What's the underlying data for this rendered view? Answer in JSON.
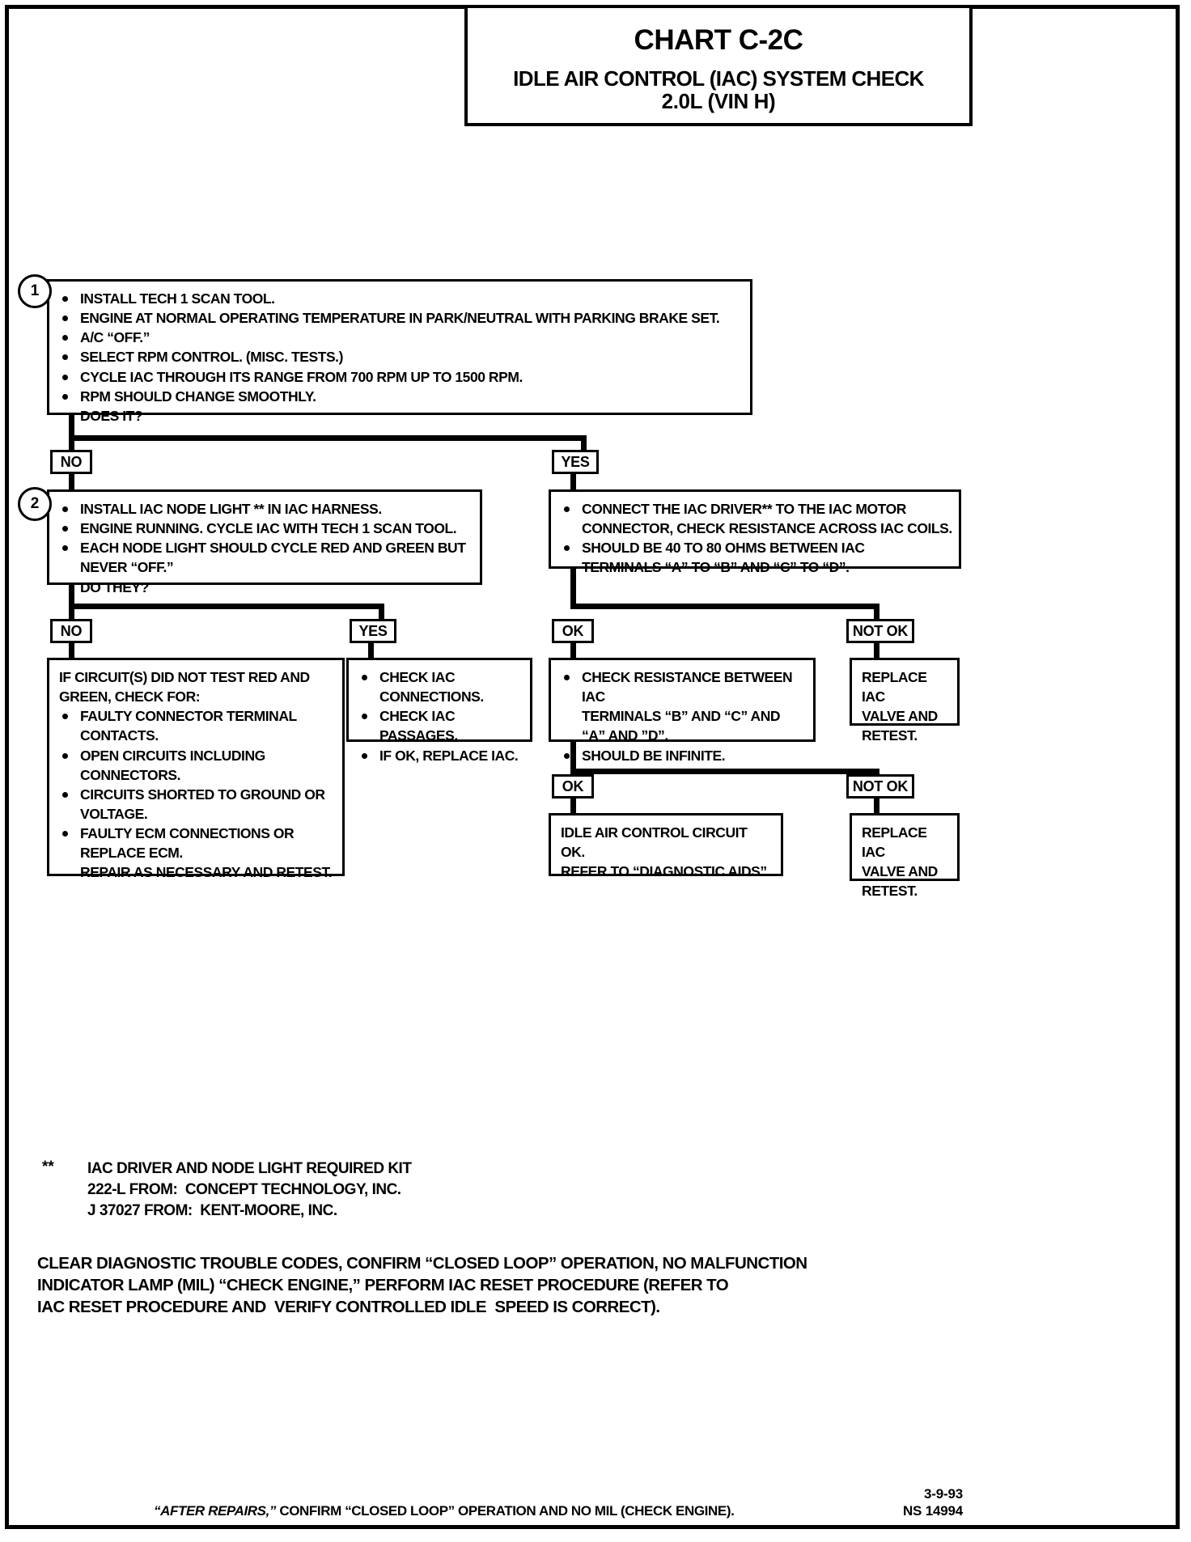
{
  "header": {
    "chart_number": "CHART C-2C",
    "title_line1": "IDLE AIR CONTROL (IAC) SYSTEM CHECK",
    "title_line2": "2.0L  (VIN H)"
  },
  "steps": {
    "step1_number": "1",
    "step2_number": "2"
  },
  "box1": {
    "b1": "INSTALL TECH 1 SCAN TOOL.",
    "b2": "ENGINE AT NORMAL OPERATING TEMPERATURE IN PARK/NEUTRAL WITH PARKING BRAKE SET.",
    "b3": "A/C “OFF.”",
    "b4": "SELECT RPM CONTROL.  (MISC. TESTS.)",
    "b5": "CYCLE IAC THROUGH ITS RANGE FROM 700 RPM UP TO 1500 RPM.",
    "b6": "RPM SHOULD CHANGE SMOOTHLY.",
    "b7": "DOES IT?"
  },
  "labels": {
    "no1": "NO",
    "yes1": "YES",
    "no2": "NO",
    "yes2": "YES",
    "ok1": "OK",
    "notok1": "NOT OK",
    "ok2": "OK",
    "notok2": "NOT OK"
  },
  "box2": {
    "b1": "INSTALL IAC NODE LIGHT ** IN IAC HARNESS.",
    "b2": "ENGINE RUNNING.  CYCLE IAC WITH TECH 1 SCAN TOOL.",
    "b3_line1": "EACH NODE LIGHT SHOULD CYCLE RED AND GREEN BUT",
    "b3_line2": "NEVER “OFF.”",
    "b4": "DO THEY?"
  },
  "box_connect": {
    "b1_line1": "CONNECT THE IAC DRIVER** TO THE IAC MOTOR",
    "b1_line2": "CONNECTOR, CHECK RESISTANCE ACROSS IAC COILS.",
    "b2_line1": "SHOULD BE 40 TO 80 OHMS BETWEEN IAC",
    "b2_line2": "TERMINALS “A” TO “B” AND “C” TO “D”."
  },
  "box_circuit_fail": {
    "head_line1": "IF CIRCUIT(S) DID NOT TEST RED AND",
    "head_line2": "GREEN, CHECK FOR:",
    "b1_line1": "FAULTY CONNECTOR TERMINAL",
    "b1_line2": "CONTACTS.",
    "b2_line1": "OPEN CIRCUITS INCLUDING",
    "b2_line2": "CONNECTORS.",
    "b3_line1": "CIRCUITS SHORTED TO GROUND OR",
    "b3_line2": "VOLTAGE.",
    "b4_line1": "FAULTY ECM CONNECTIONS OR",
    "b4_line2": "REPLACE ECM.",
    "tail": "REPAIR AS NECESSARY AND RETEST."
  },
  "box_check_iac": {
    "b1_line1": "CHECK IAC",
    "b1_line2": "CONNECTIONS.",
    "b2": "CHECK IAC PASSAGES.",
    "b3": "IF OK, REPLACE IAC."
  },
  "box_resistance": {
    "b1_line1": "CHECK RESISTANCE BETWEEN IAC",
    "b1_line2": "TERMINALS “B” AND “C” AND",
    "b1_line3": "“A” AND ”D”.",
    "b2": "SHOULD BE INFINITE."
  },
  "box_replace_top": {
    "l1": "REPLACE IAC",
    "l2": "VALVE AND",
    "l3": "RETEST."
  },
  "box_replace_bottom": {
    "l1": "REPLACE IAC",
    "l2": "VALVE AND",
    "l3": "RETEST."
  },
  "box_circuit_ok": {
    "l1": "IDLE AIR CONTROL CIRCUIT OK.",
    "l2": "REFER TO “DIAGNOSTIC AIDS”."
  },
  "footnote": {
    "star": "**",
    "line1": "IAC DRIVER AND NODE LIGHT REQUIRED KIT",
    "line2": "222-L FROM:  CONCEPT TECHNOLOGY, INC.",
    "line3": "J 37027 FROM:  KENT-MOORE, INC."
  },
  "bottom_paragraph": {
    "line1": "CLEAR DIAGNOSTIC TROUBLE CODES, CONFIRM “CLOSED LOOP” OPERATION, NO MALFUNCTION",
    "line2": "INDICATOR LAMP (MIL) “CHECK ENGINE,” PERFORM IAC RESET PROCEDURE (REFER TO",
    "line3": "IAC RESET PROCEDURE AND  VERIFY CONTROLLED IDLE  SPEED IS CORRECT)."
  },
  "footer": {
    "center_quote": "“AFTER REPAIRS,”",
    "center_rest": " CONFIRM “CLOSED LOOP” OPERATION AND NO MIL (CHECK ENGINE).",
    "date": "3-9-93",
    "doc_id": "NS 14994"
  },
  "colors": {
    "ink": "#000000",
    "paper": "#ffffff"
  }
}
